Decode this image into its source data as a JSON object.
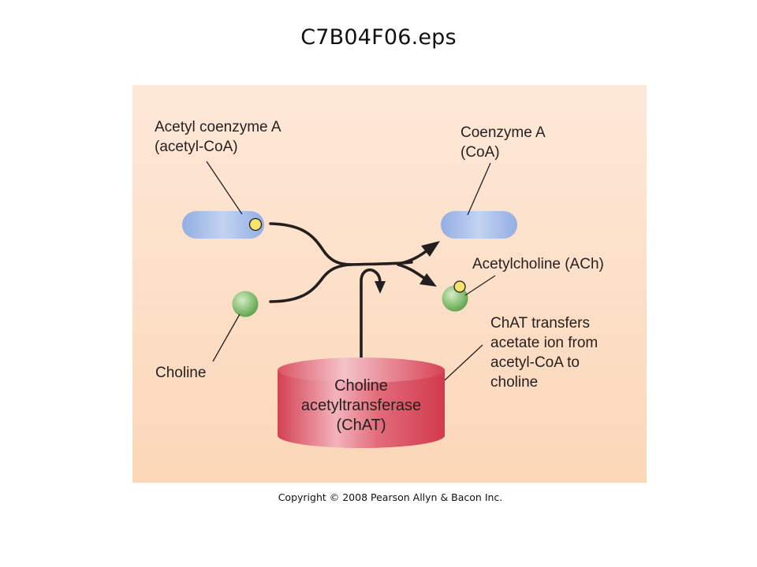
{
  "title": "C7B04F06.eps",
  "labels": {
    "acetyl_coa_line1": "Acetyl coenzyme A",
    "acetyl_coa_line2": "(acetyl-CoA)",
    "coa_line1": "Coenzyme A",
    "coa_line2": "(CoA)",
    "ach": "Acetylcholine (ACh)",
    "choline": "Choline",
    "chat_note_line1": "ChAT transfers",
    "chat_note_line2": "acetate ion from",
    "chat_note_line3": "acetyl-CoA to",
    "chat_note_line4": "choline",
    "enzyme_line1": "Choline",
    "enzyme_line2": "acetyltransferase",
    "enzyme_line3": "(ChAT)"
  },
  "copyright": "Copyright © 2008 Pearson Allyn & Bacon Inc.",
  "colors": {
    "panel_top": "#fde8d8",
    "panel_bottom": "#fcd7b8",
    "coa_blue": "#9fb6e6",
    "acetyl_yellow": "#f7e26b",
    "choline_green": "#7db86a",
    "enzyme_red": "#d9485a",
    "line": "#231f20"
  },
  "icons": {
    "acetyl_group": "yellow-circle",
    "coenzyme": "blue-capsule",
    "choline": "green-sphere",
    "enzyme": "red-cylinder"
  }
}
